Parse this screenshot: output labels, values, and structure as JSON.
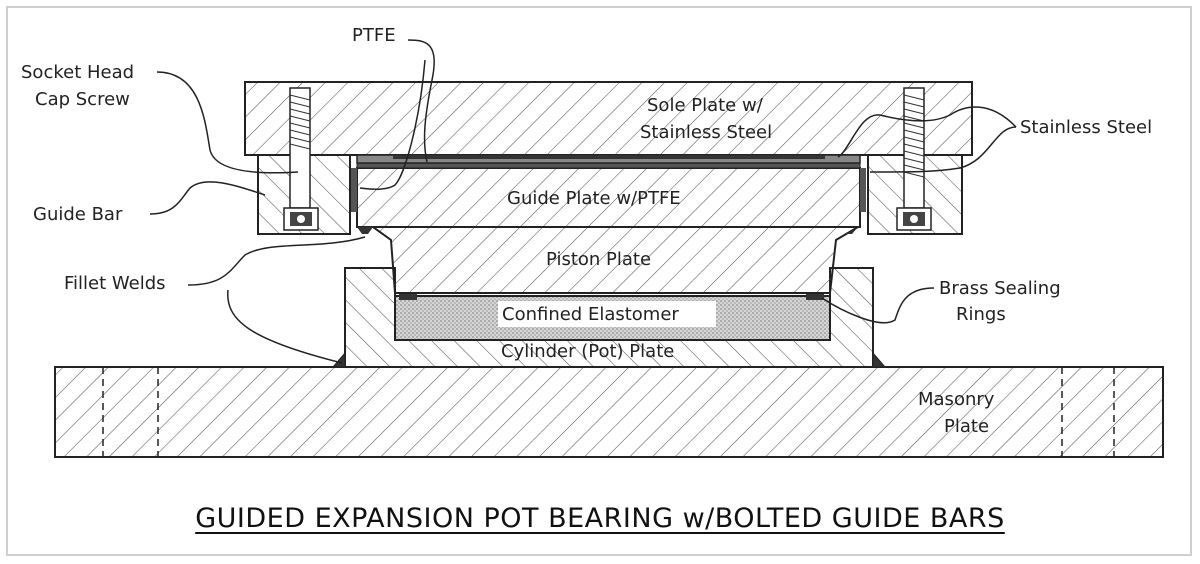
{
  "title": "GUIDED EXPANSION POT BEARING w/BOLTED GUIDE BARS",
  "labels": {
    "ptfe": "PTFE",
    "socket_head_1": "Socket Head",
    "socket_head_2": "Cap Screw",
    "sole_plate_1": "Sole Plate w/",
    "sole_plate_2": "Stainless Steel",
    "stainless_steel": "Stainless Steel",
    "guide_plate": "Guide Plate w/PTFE",
    "guide_bar": "Guide Bar",
    "piston_plate": "Piston Plate",
    "fillet_welds": "Fillet Welds",
    "brass_1": "Brass Sealing",
    "brass_2": "Rings",
    "confined_elastomer": "Confined Elastomer",
    "cylinder_plate": "Cylinder (Pot) Plate",
    "masonry_1": "Masonry",
    "masonry_2": "Plate"
  },
  "colors": {
    "line": "#222222",
    "hatch": "#555555",
    "elastomer": "#c8c8c8",
    "frame": "#cfcfcf"
  }
}
